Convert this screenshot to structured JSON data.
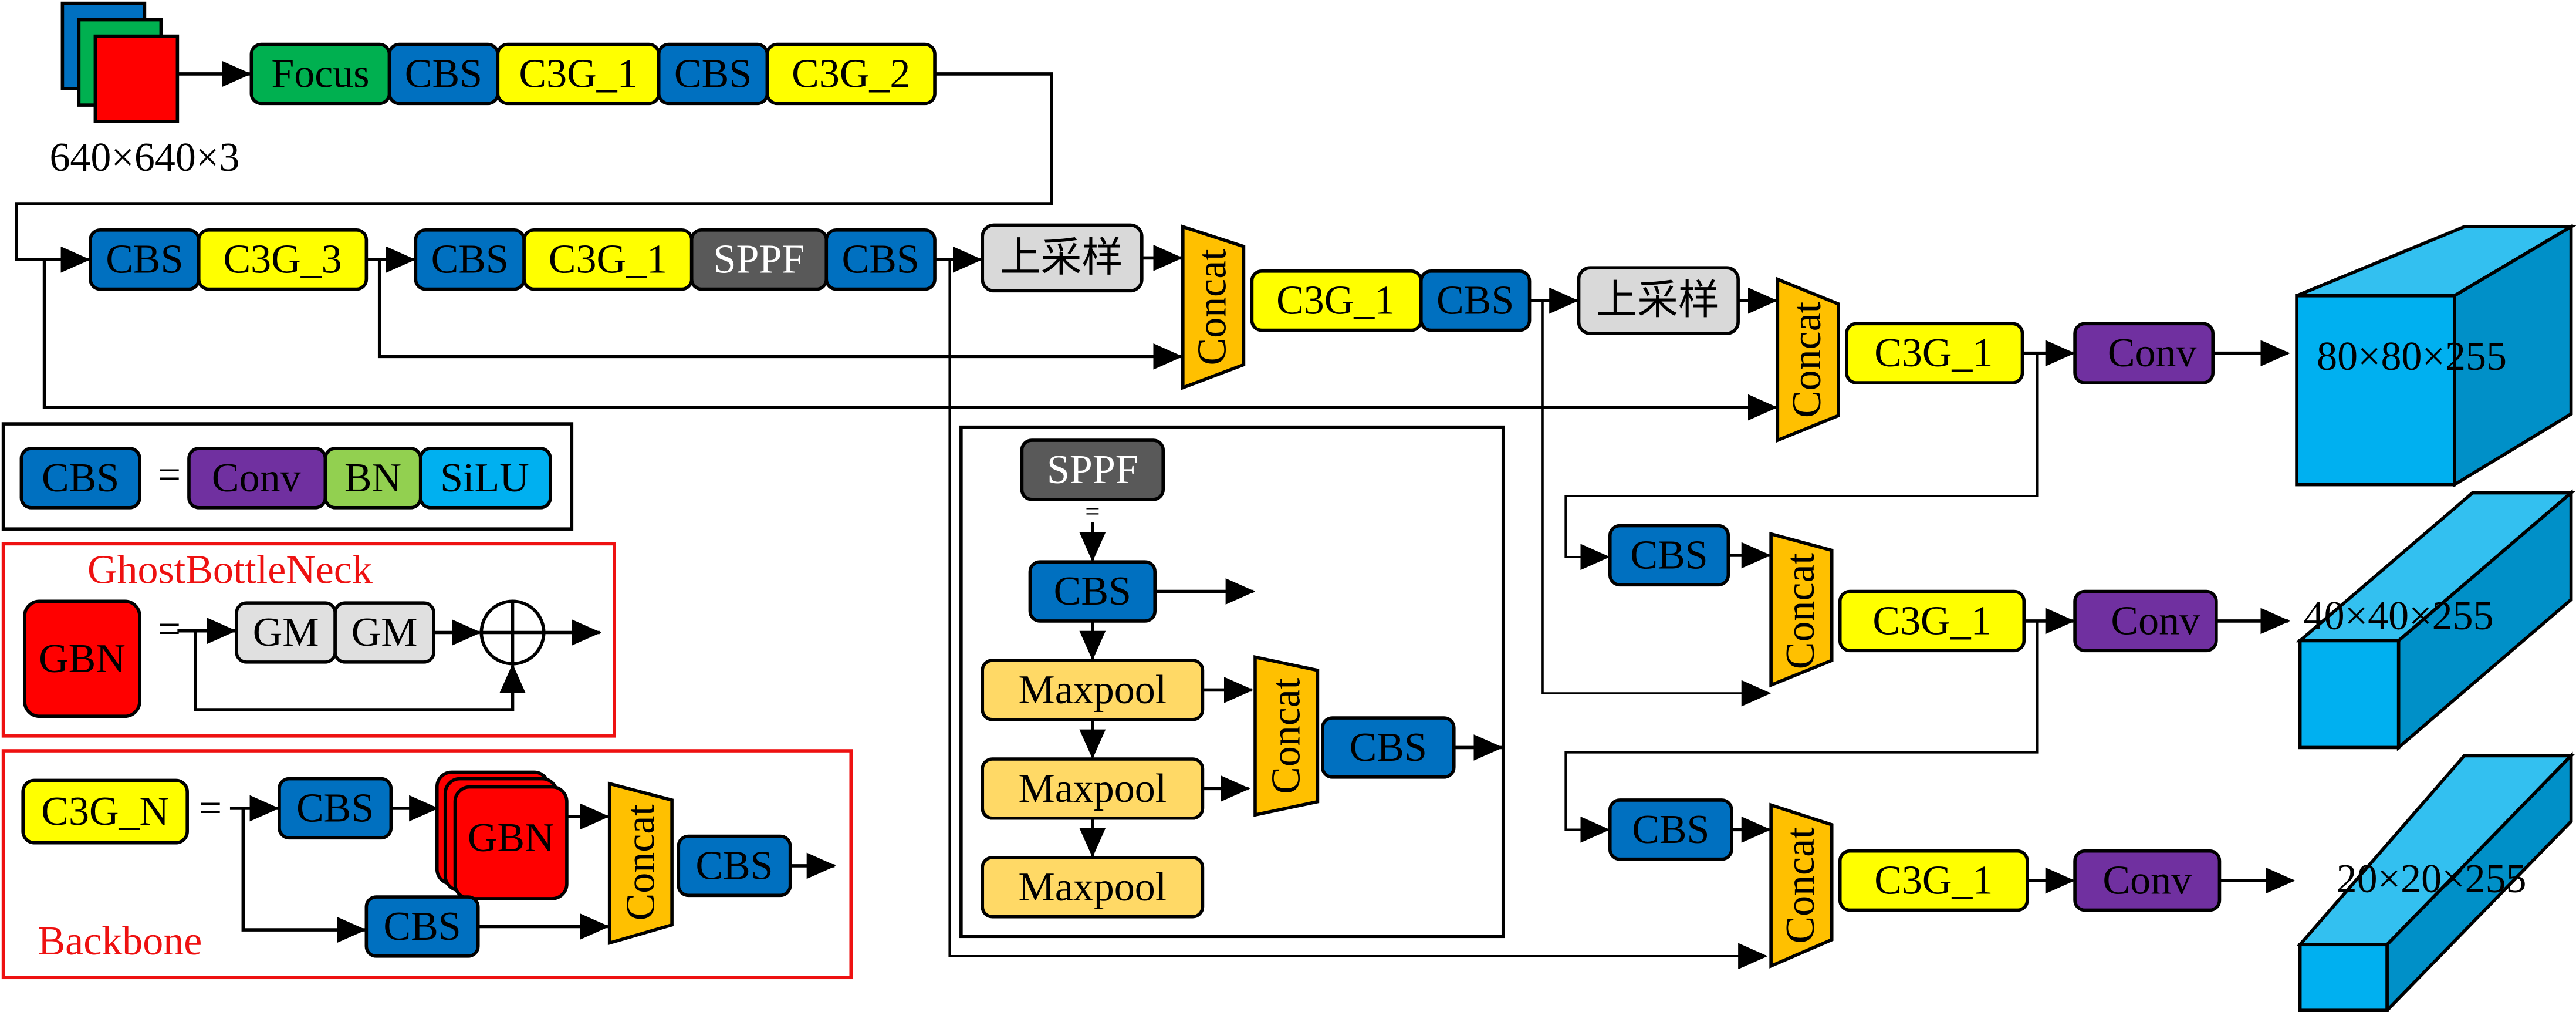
{
  "colors": {
    "cbs": "#0070c0",
    "c3g": "#ffff00",
    "focus": "#00b050",
    "sppf": "#595959",
    "upsample": "#d9d9d9",
    "concat": "#ffc000",
    "conv": "#7030a0",
    "bn": "#92d050",
    "silu": "#00b0f0",
    "gbn": "#ff0000",
    "maxpool": "#ffd966",
    "gm": "#e0e0e0",
    "output_cube": "#00b0f0",
    "legend_border_red": "#ee1111"
  },
  "input": {
    "size_label": "640×640×3"
  },
  "backbone_row1": [
    "Focus",
    "CBS",
    "C3G_1",
    "CBS",
    "C3G_2"
  ],
  "backbone_row2a": [
    "CBS",
    "C3G_3"
  ],
  "backbone_row2b": [
    "CBS",
    "C3G_1",
    "SPPF",
    "CBS"
  ],
  "neck": {
    "upsample": "上采样",
    "concat": "Concat",
    "c3g": "C3G_1",
    "cbs": "CBS",
    "conv": "Conv"
  },
  "outputs": [
    "80×80×255",
    "40×40×255",
    "20×20×255"
  ],
  "legend_cbs": {
    "lhs": "CBS",
    "eq": "=",
    "parts": [
      "Conv",
      "BN",
      "SiLU"
    ]
  },
  "legend_gbn": {
    "title": "GhostBottleNeck",
    "lhs": "GBN",
    "eq": "=",
    "parts": [
      "GM",
      "GM"
    ]
  },
  "legend_c3g": {
    "lhs": "C3G_N",
    "eq": "=",
    "cbs": "CBS",
    "gbn": "GBN",
    "concat": "Concat",
    "title": "Backbone"
  },
  "legend_sppf": {
    "lhs": "SPPF",
    "eq": "=",
    "cbs": "CBS",
    "maxpool": "Maxpool",
    "concat": "Concat"
  }
}
